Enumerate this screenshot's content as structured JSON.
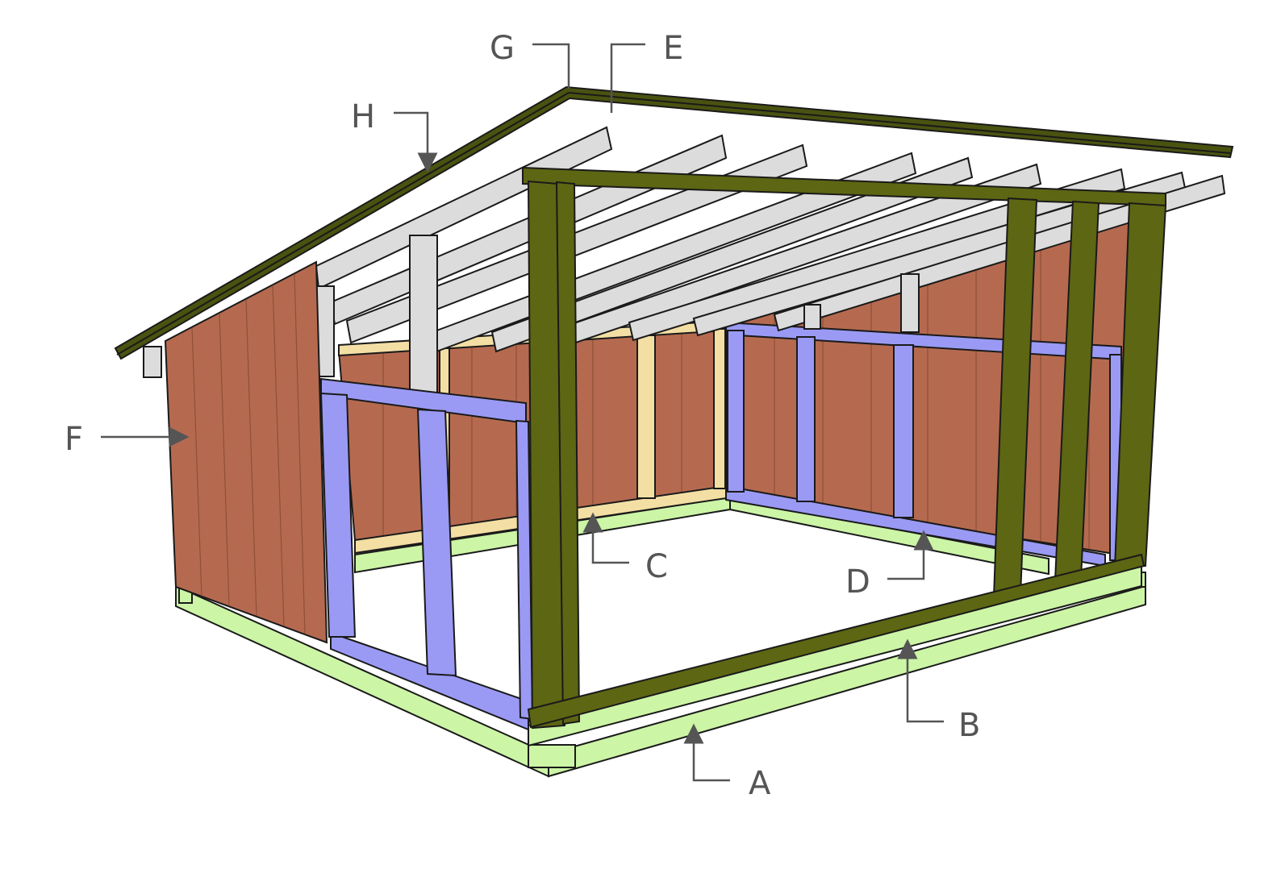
{
  "labels": {
    "A": "A",
    "B": "B",
    "C": "C",
    "D": "D",
    "E": "E",
    "F": "F",
    "G": "G",
    "H": "H"
  },
  "colors": {
    "skid": "#ccf5a6",
    "front_wall": "#5d6612",
    "side_wall": "#9a9af5",
    "back_wall": "#f3dfa4",
    "siding": "#b56a50",
    "rafters": "#dcdcdc",
    "roof": "#4a5210",
    "label_text": "#555555"
  }
}
